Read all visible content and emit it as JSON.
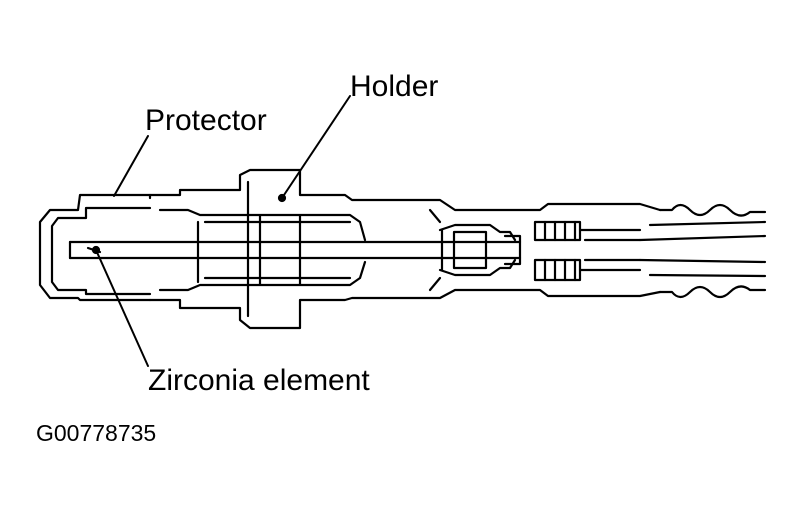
{
  "labels": {
    "holder": "Holder",
    "protector": "Protector",
    "zirconia": "Zirconia element"
  },
  "figure_id": "G00778735",
  "colors": {
    "line": "#000000",
    "background": "#ffffff"
  }
}
